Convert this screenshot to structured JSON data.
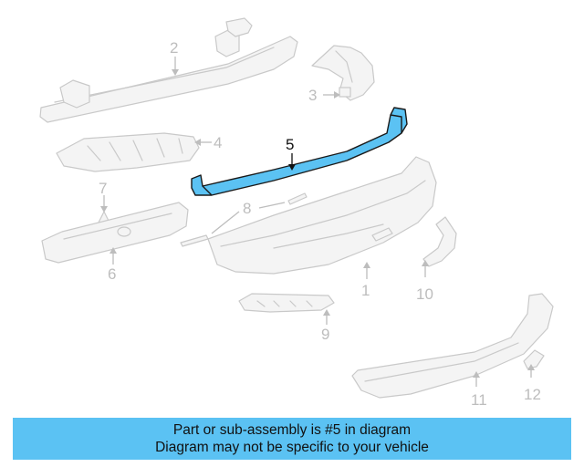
{
  "diagram": {
    "highlight_color": "#5bc2f3",
    "highlighted_part": "5",
    "part_labels": {
      "p1": "1",
      "p2": "2",
      "p3": "3",
      "p4": "4",
      "p5": "5",
      "p6": "6",
      "p7": "7",
      "p8": "8",
      "p9": "9",
      "p10": "10",
      "p11": "11",
      "p12": "12"
    }
  },
  "banner": {
    "line1": "Part or sub-assembly is #5 in diagram",
    "line2": "Diagram may not be specific to your vehicle",
    "background": "#5bc2f3"
  }
}
